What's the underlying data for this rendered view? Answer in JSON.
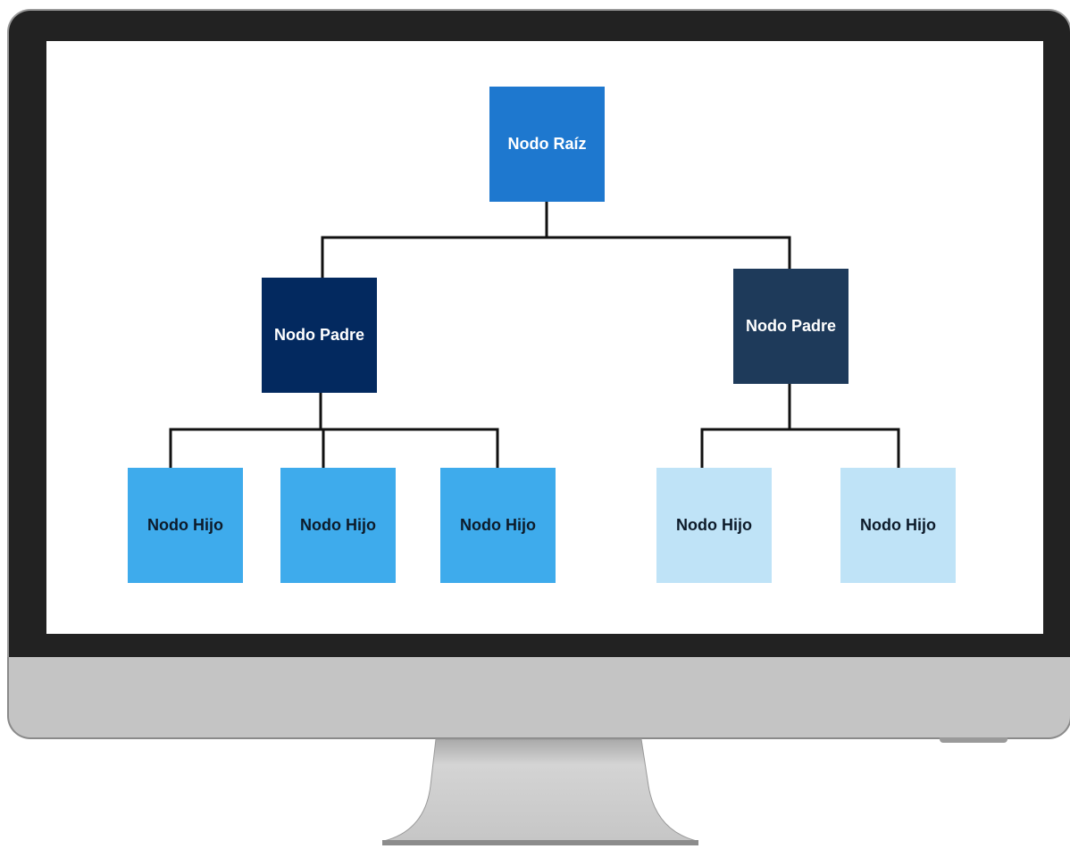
{
  "diagram": {
    "root": {
      "label": "Nodo Raíz",
      "color": "#1e78cf",
      "text_color": "#ffffff"
    },
    "parents": [
      {
        "label": "Nodo Padre",
        "color": "#03295f",
        "text_color": "#ffffff"
      },
      {
        "label": "Nodo Padre",
        "color": "#1e3a5a",
        "text_color": "#ffffff"
      }
    ],
    "children": [
      {
        "label": "Nodo Hijo",
        "color": "#3eabec",
        "text_color": "#0d1b2a"
      },
      {
        "label": "Nodo Hijo",
        "color": "#3eabec",
        "text_color": "#0d1b2a"
      },
      {
        "label": "Nodo Hijo",
        "color": "#3eabec",
        "text_color": "#0d1b2a"
      },
      {
        "label": "Nodo Hijo",
        "color": "#bfe3f7",
        "text_color": "#0d1b2a"
      },
      {
        "label": "Nodo Hijo",
        "color": "#bfe3f7",
        "text_color": "#0d1b2a"
      }
    ],
    "connector_color": "#111111"
  },
  "monitor": {
    "bezel_color": "#222222",
    "chin_color": "#c4c4c4",
    "stand_color": "#c9c9c9"
  }
}
